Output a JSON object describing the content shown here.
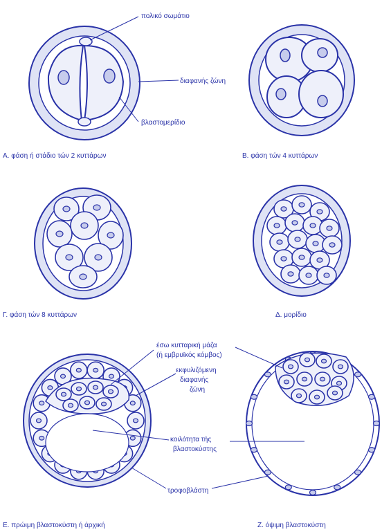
{
  "colors": {
    "ink": "#2a33a8",
    "fill": "#dfe3f5",
    "cellFill": "#eef0fa",
    "nucleus": "#c7ccec",
    "paper": "#ffffff"
  },
  "labels": {
    "polar_body": "πολικό σωμάτιο",
    "zona_pellucida": "διαφανής ζώνη",
    "blastomere": "βλαστομερίδιο",
    "inner_cell_mass_1": "έσω κυτταρική μάζα",
    "inner_cell_mass_2": "(ή εμβρυϊκός κόμβος)",
    "hatching_zona_1": "εκφυλιζόμενη",
    "hatching_zona_2": "διαφανής",
    "hatching_zona_3": "ζώνη",
    "cavity_1": "κοιλότητα τής",
    "cavity_2": "βλαστοκύστης",
    "trophoblast": "τροφοβλάστη"
  },
  "captions": {
    "a": "Α. φάση ή στάδιο τών 2 κυττάρων",
    "b": "Β. φάση τών 4 κυττάρων",
    "c": "Γ. φάση τών 8 κυττάρων",
    "d": "Δ. μορίδιο",
    "e": "Ε. πρώιμη βλαστοκύστη ή άρχική",
    "f": "Ζ. όψιμη βλαστοκύστη"
  }
}
